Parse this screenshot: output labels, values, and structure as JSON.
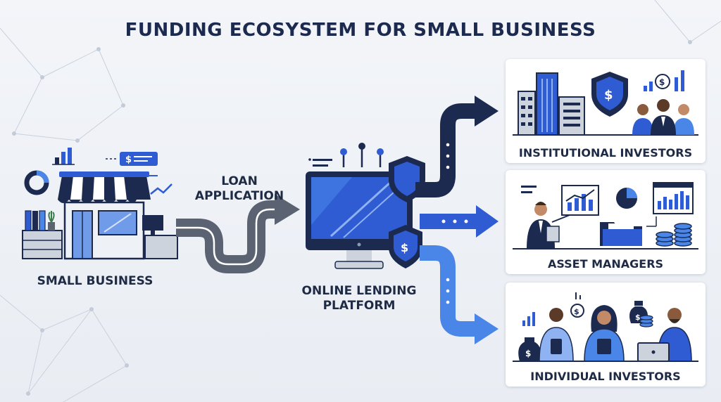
{
  "title": "FUNDING ECOSYSTEM FOR SMALL BUSINESS",
  "nodes": {
    "small_business": "SMALL BUSINESS",
    "loan_application_line1": "LOAN",
    "loan_application_line2": "APPLICATION",
    "platform_line1": "ONLINE LENDING",
    "platform_line2": "PLATFORM"
  },
  "cards": [
    {
      "label": "INSTITUTIONAL INVESTORS"
    },
    {
      "label": "ASSET MANAGERS"
    },
    {
      "label": "INDIVIDUAL INVESTORS"
    }
  ],
  "icons": {
    "currency_symbol": "$"
  },
  "colors": {
    "navy": "#1b2a4e",
    "blue": "#2f5bd3",
    "light_blue": "#4a86e8",
    "gray_arrow": "#5b6373"
  }
}
